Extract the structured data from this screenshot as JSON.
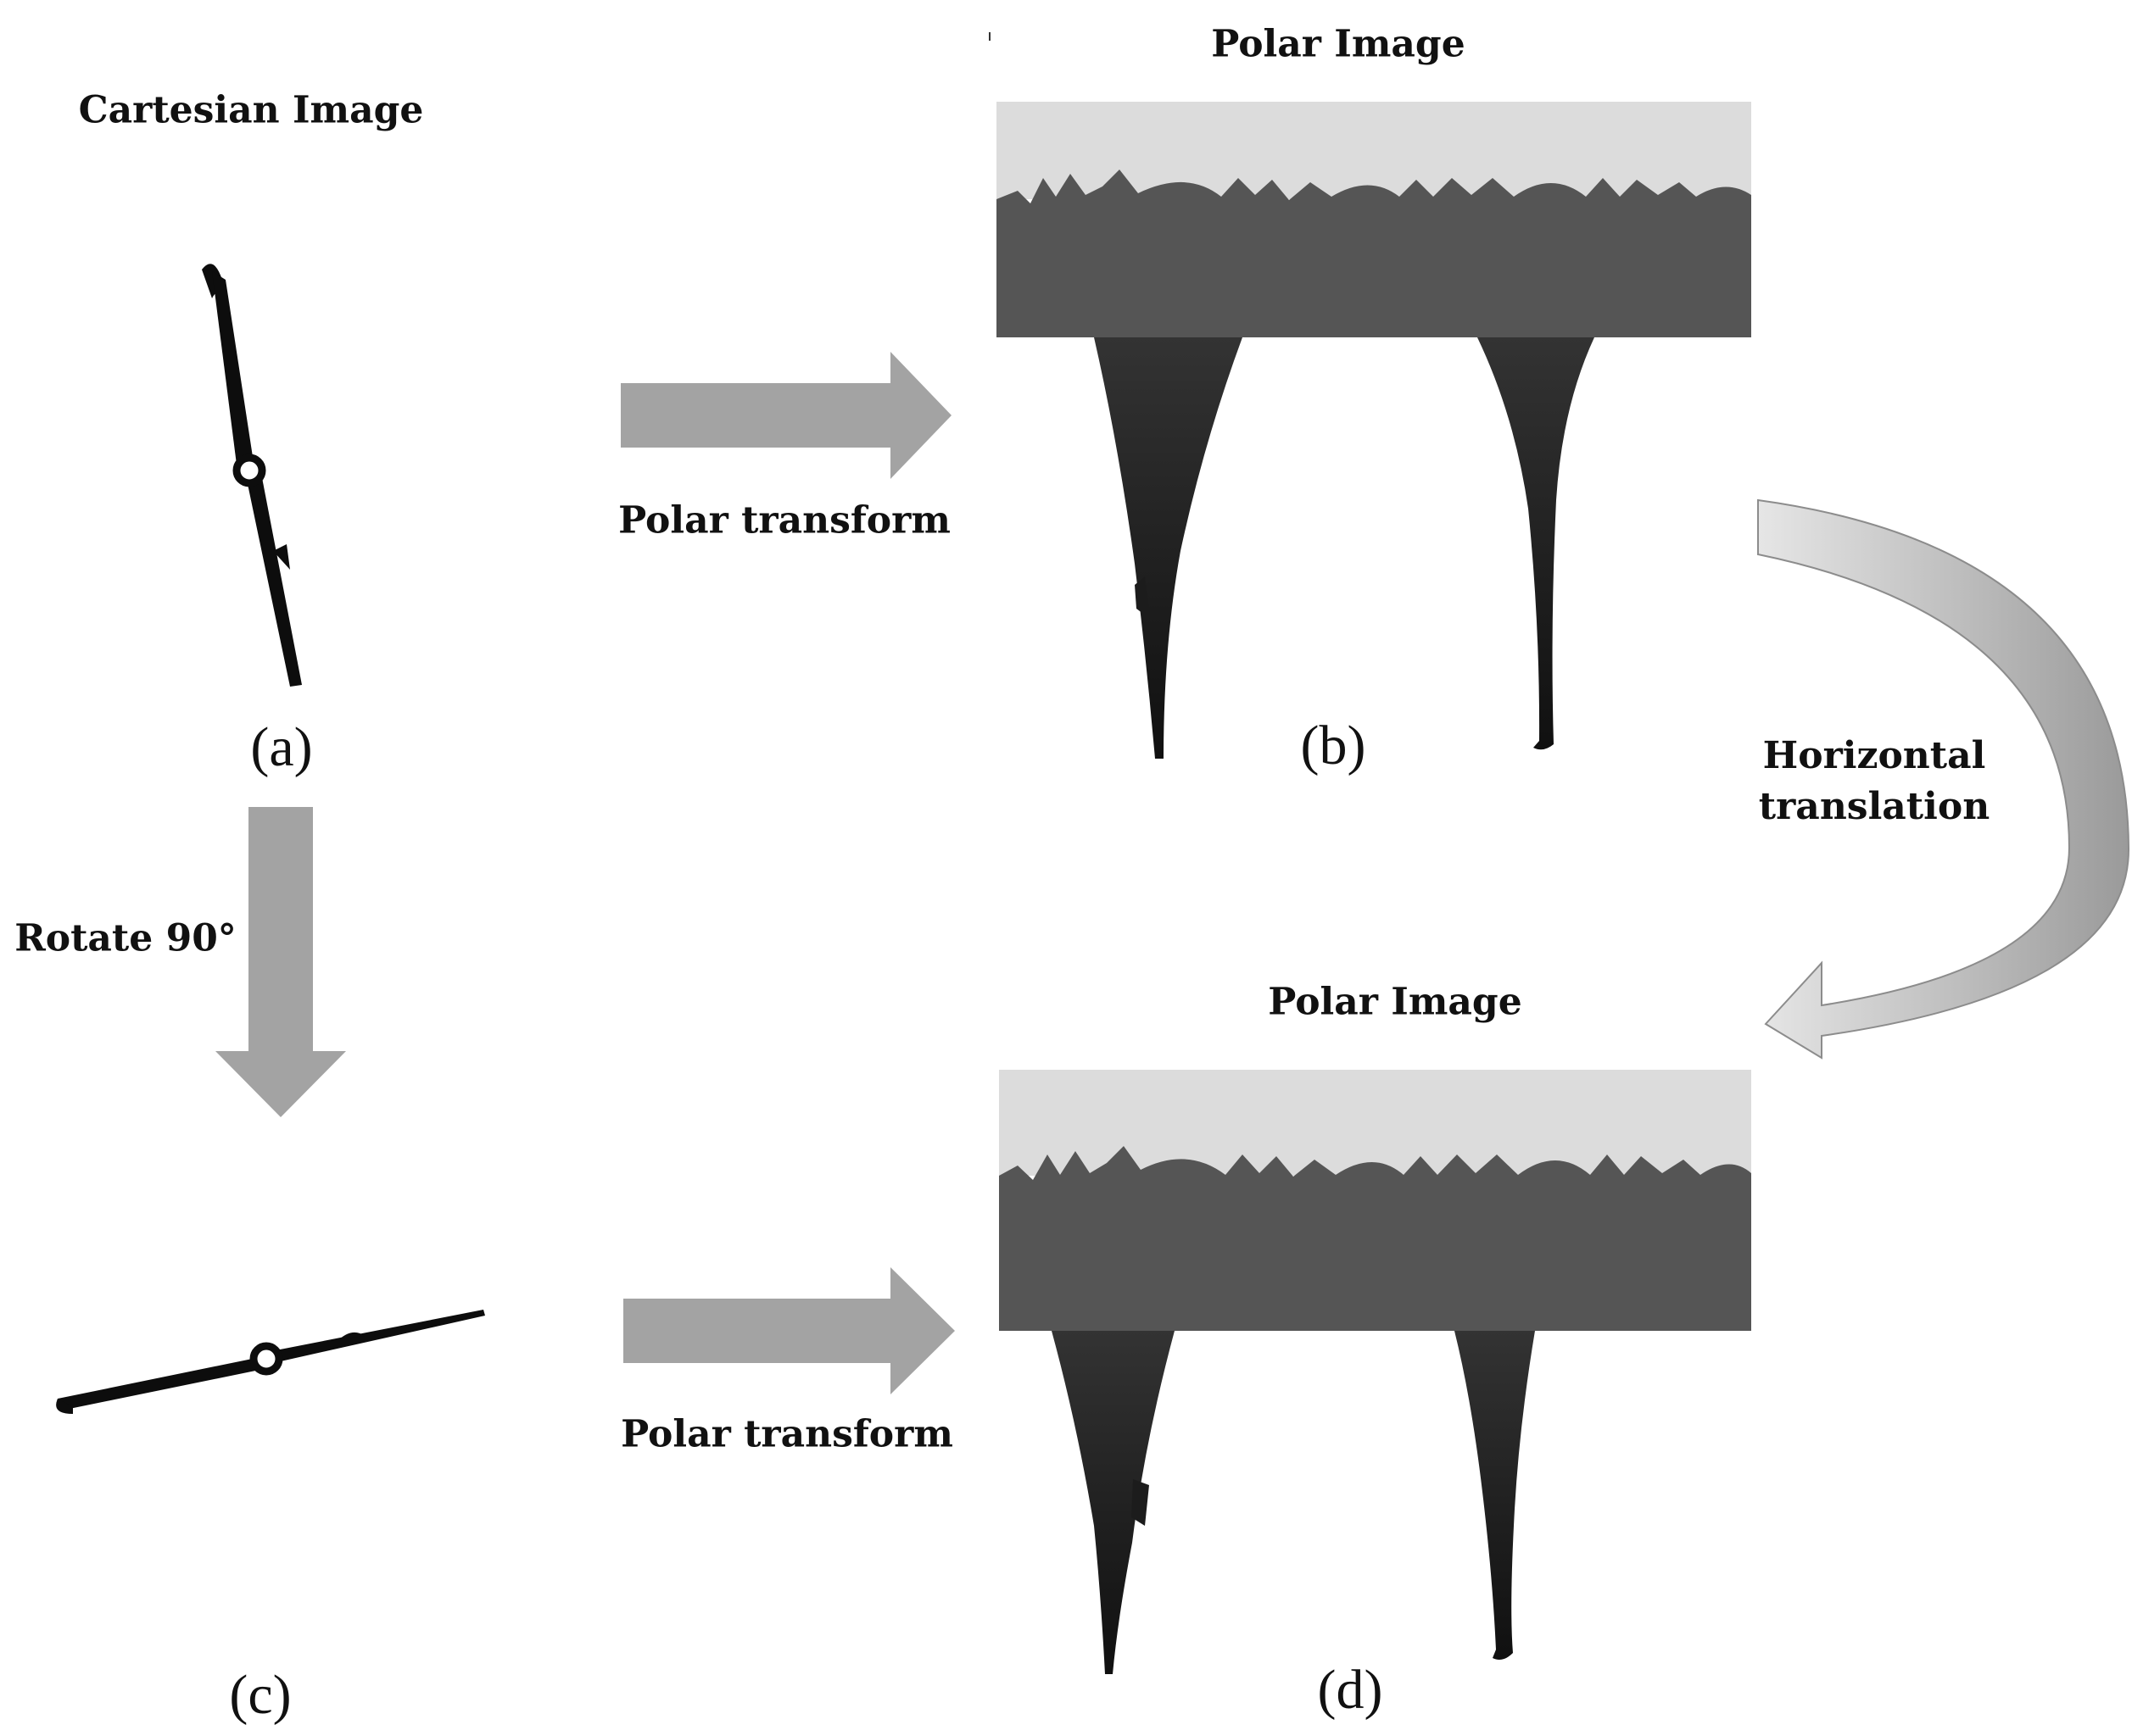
{
  "titles": {
    "cartesian": "Cartesian Image",
    "polar_top": "Polar Image",
    "polar_bottom": "Polar Image"
  },
  "arrows": {
    "polar_top": "Polar transform",
    "polar_bottom": "Polar transform",
    "rotate": "Rotate 90°",
    "translate_line1": "Horizontal",
    "translate_line2": "translation"
  },
  "panels": {
    "a": "(a)",
    "b": "(b)",
    "c": "(c)",
    "d": "(d)"
  },
  "colors": {
    "arrow": "#a3a3a3",
    "band_light": "#dcdcdc",
    "band_dark": "#555555",
    "spike": "#1c1c1c",
    "line": "#0d0d0d"
  }
}
